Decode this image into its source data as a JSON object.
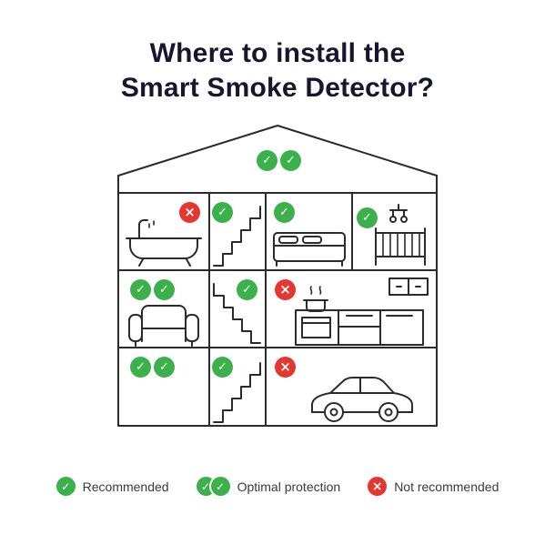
{
  "title": {
    "line1": "Where to install the",
    "line2": "Smart Smoke Detector?"
  },
  "symbols": {
    "check": "✓",
    "cross": "×"
  },
  "colors": {
    "green": "#3cb04a",
    "red": "#e53730",
    "line": "#2b2b2b",
    "title": "#16162e"
  },
  "house": {
    "attic": {
      "name": "attic",
      "status": "optimal-protection"
    },
    "rooms": [
      {
        "name": "bathroom",
        "status": "not-recommended"
      },
      {
        "name": "staircase-top",
        "status": "recommended"
      },
      {
        "name": "bedroom",
        "status": "recommended"
      },
      {
        "name": "nursery",
        "status": "recommended"
      },
      {
        "name": "living-room",
        "status": "optimal-protection"
      },
      {
        "name": "staircase-middle",
        "status": "recommended"
      },
      {
        "name": "kitchen",
        "status": "not-recommended"
      },
      {
        "name": "lower-room",
        "status": "optimal-protection"
      },
      {
        "name": "staircase-bottom",
        "status": "recommended"
      },
      {
        "name": "garage",
        "status": "not-recommended"
      }
    ]
  },
  "legend": {
    "items": [
      {
        "icon": "single-check",
        "label": "Recommended"
      },
      {
        "icon": "double-check",
        "label": "Optimal protection"
      },
      {
        "icon": "cross",
        "label": "Not recommended"
      }
    ]
  }
}
